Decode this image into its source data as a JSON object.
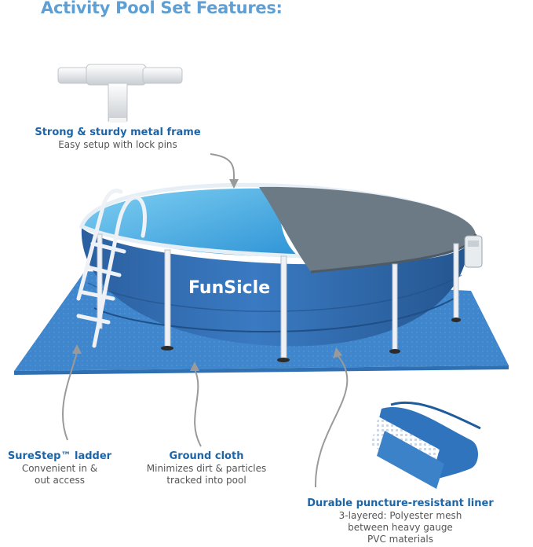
{
  "title": "Activity Pool Set Features:",
  "brand": "FunSicle",
  "colors": {
    "title": "#5f9fd3",
    "heading": "#1c65a8",
    "text": "#555555",
    "pool_blue": "#2e6eb5",
    "water": "#55b8e8",
    "cover_gray": "#6c7a86",
    "ground_cloth": "#3f86cc"
  },
  "features": {
    "frame": {
      "heading": "Strong & sturdy metal frame",
      "lines": [
        "Easy setup with lock pins"
      ]
    },
    "ladder": {
      "heading": "SureStep™ ladder",
      "lines": [
        "Convenient in &",
        "out access"
      ]
    },
    "cloth": {
      "heading": "Ground cloth",
      "lines": [
        "Minimizes dirt & particles",
        "tracked into pool"
      ]
    },
    "liner": {
      "heading": "Durable puncture-resistant liner",
      "lines": [
        "3-layered: Polyester mesh",
        "between heavy gauge",
        "PVC materials"
      ]
    }
  }
}
